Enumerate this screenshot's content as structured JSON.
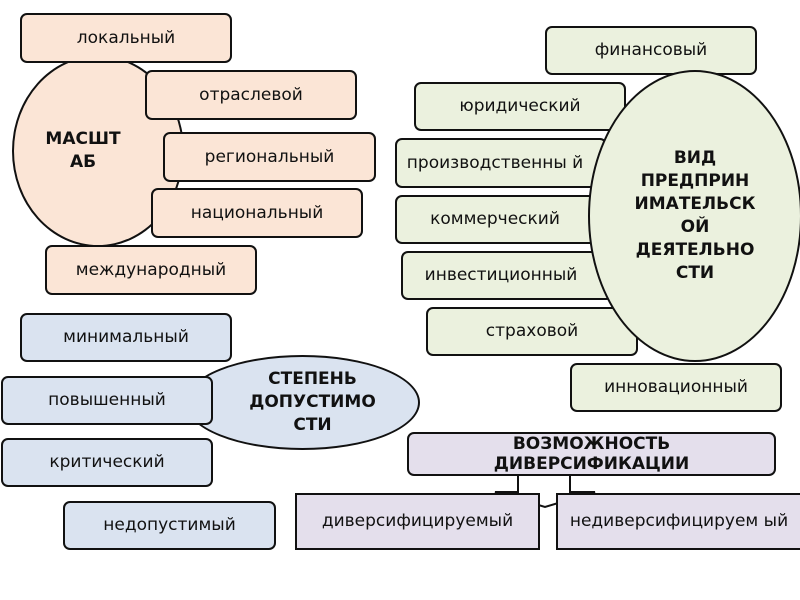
{
  "scale": {
    "title": "МАСШТ АБ",
    "items": [
      "локальный",
      "отраслевой",
      "региональный",
      "национальный",
      "международный"
    ]
  },
  "type": {
    "title": "ВИД ПРЕДПРИН ИМАТЕЛЬСК ОЙ ДЕЯТЕЛЬНО СТИ",
    "items": [
      "финансовый",
      "юридический",
      "производственны й",
      "коммерческий",
      "инвестиционный",
      "страховой",
      "инновационный"
    ]
  },
  "degree": {
    "title": "СТЕПЕНЬ ДОПУСТИМО СТИ",
    "items": [
      "минимальный",
      "повышенный",
      "критический",
      "недопустимый"
    ]
  },
  "diversification": {
    "title": "ВОЗМОЖНОСТЬ ДИВЕРСИФИКАЦИИ",
    "items": [
      "диверсифицируемый",
      "недиверсифицируем ый"
    ]
  },
  "colors": {
    "peach": "#fbe5d6",
    "green": "#ebf1de",
    "blue": "#dae3f0",
    "lavender": "#e4dfec"
  }
}
